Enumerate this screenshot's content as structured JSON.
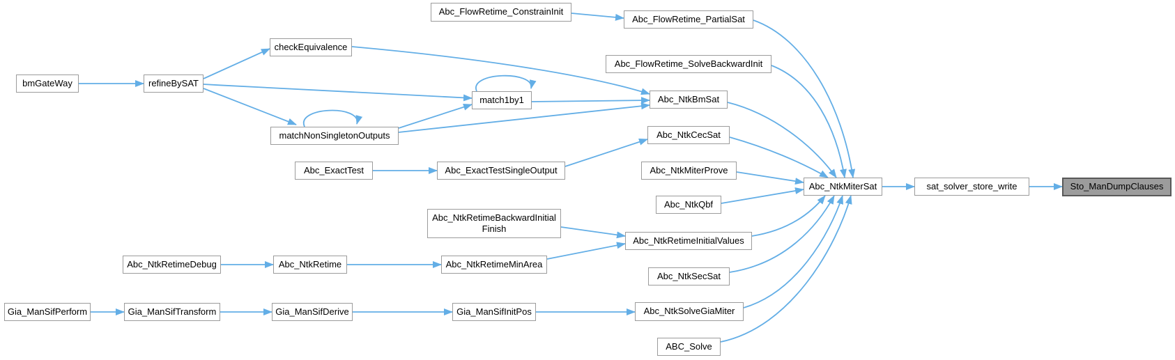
{
  "diagram": {
    "kind": "doxygen-caller-graph",
    "direction": "left-to-right",
    "target_function": "Sto_ManDumpClauses",
    "colors": {
      "edge_color": "#63aee6",
      "node_border": "#9b9b9b",
      "node_fill": "#ffffff",
      "highlight_fill": "#9c9c9c",
      "highlight_border": "#585858",
      "text_color": "#000000",
      "background": "#ffffff"
    }
  },
  "nodes": {
    "bmGateWay": {
      "label": "bmGateWay"
    },
    "refineBySAT": {
      "label": "refineBySAT"
    },
    "checkEquivalence": {
      "label": "checkEquivalence"
    },
    "matchNonSingletonOutputs": {
      "label": "matchNonSingletonOutputs"
    },
    "match1by1": {
      "label": "match1by1"
    },
    "Abc_ExactTest": {
      "label": "Abc_ExactTest"
    },
    "Abc_ExactTestSingleOutput": {
      "label": "Abc_ExactTestSingleOutput"
    },
    "Abc_NtkRetimeDebug": {
      "label": "Abc_NtkRetimeDebug"
    },
    "Abc_NtkRetime": {
      "label": "Abc_NtkRetime"
    },
    "Gia_ManSifPerform": {
      "label": "Gia_ManSifPerform"
    },
    "Gia_ManSifTransform": {
      "label": "Gia_ManSifTransform"
    },
    "Gia_ManSifDerive": {
      "label": "Gia_ManSifDerive"
    },
    "Gia_ManSifInitPos": {
      "label": "Gia_ManSifInitPos"
    },
    "Abc_FlowRetime_ConstrainInit": {
      "label": "Abc_FlowRetime_ConstrainInit"
    },
    "Abc_FlowRetime_PartialSat": {
      "label": "Abc_FlowRetime_PartialSat"
    },
    "Abc_FlowRetime_SolveBackwardInit": {
      "label": "Abc_FlowRetime_SolveBackwardInit"
    },
    "Abc_NtkBmSat": {
      "label": "Abc_NtkBmSat"
    },
    "Abc_NtkCecSat": {
      "label": "Abc_NtkCecSat"
    },
    "Abc_NtkMiterProve": {
      "label": "Abc_NtkMiterProve"
    },
    "Abc_NtkQbf": {
      "label": "Abc_NtkQbf"
    },
    "Abc_NtkRetimeBackwardInitialFinish": {
      "label": "Abc_NtkRetimeBackwardInitial Finish"
    },
    "Abc_NtkRetimeInitialValues": {
      "label": "Abc_NtkRetimeInitialValues"
    },
    "Abc_NtkRetimeMinArea": {
      "label": "Abc_NtkRetimeMinArea"
    },
    "Abc_NtkSecSat": {
      "label": "Abc_NtkSecSat"
    },
    "Abc_NtkSolveGiaMiter": {
      "label": "Abc_NtkSolveGiaMiter"
    },
    "ABC_Solve": {
      "label": "ABC_Solve"
    },
    "Abc_NtkMiterSat": {
      "label": "Abc_NtkMiterSat"
    },
    "sat_solver_store_write": {
      "label": "sat_solver_store_write"
    },
    "Sto_ManDumpClauses": {
      "label": "Sto_ManDumpClauses"
    }
  },
  "edges": [
    {
      "from": "bmGateWay",
      "to": "refineBySAT"
    },
    {
      "from": "refineBySAT",
      "to": "checkEquivalence"
    },
    {
      "from": "refineBySAT",
      "to": "match1by1"
    },
    {
      "from": "refineBySAT",
      "to": "matchNonSingletonOutputs"
    },
    {
      "from": "checkEquivalence",
      "to": "Abc_NtkBmSat"
    },
    {
      "from": "match1by1",
      "to": "match1by1"
    },
    {
      "from": "match1by1",
      "to": "Abc_NtkBmSat"
    },
    {
      "from": "matchNonSingletonOutputs",
      "to": "matchNonSingletonOutputs"
    },
    {
      "from": "matchNonSingletonOutputs",
      "to": "match1by1"
    },
    {
      "from": "matchNonSingletonOutputs",
      "to": "Abc_NtkBmSat"
    },
    {
      "from": "Abc_FlowRetime_ConstrainInit",
      "to": "Abc_FlowRetime_PartialSat"
    },
    {
      "from": "Abc_FlowRetime_PartialSat",
      "to": "Abc_NtkMiterSat"
    },
    {
      "from": "Abc_FlowRetime_SolveBackwardInit",
      "to": "Abc_NtkMiterSat"
    },
    {
      "from": "Abc_NtkBmSat",
      "to": "Abc_NtkMiterSat"
    },
    {
      "from": "Abc_NtkCecSat",
      "to": "Abc_NtkMiterSat"
    },
    {
      "from": "Abc_ExactTest",
      "to": "Abc_ExactTestSingleOutput"
    },
    {
      "from": "Abc_ExactTestSingleOutput",
      "to": "Abc_NtkCecSat"
    },
    {
      "from": "Abc_NtkMiterProve",
      "to": "Abc_NtkMiterSat"
    },
    {
      "from": "Abc_NtkQbf",
      "to": "Abc_NtkMiterSat"
    },
    {
      "from": "Abc_NtkRetimeBackwardInitialFinish",
      "to": "Abc_NtkRetimeInitialValues"
    },
    {
      "from": "Abc_NtkRetimeMinArea",
      "to": "Abc_NtkRetimeInitialValues"
    },
    {
      "from": "Abc_NtkRetimeInitialValues",
      "to": "Abc_NtkMiterSat"
    },
    {
      "from": "Abc_NtkRetimeDebug",
      "to": "Abc_NtkRetime"
    },
    {
      "from": "Abc_NtkRetime",
      "to": "Abc_NtkRetimeMinArea"
    },
    {
      "from": "Abc_NtkSecSat",
      "to": "Abc_NtkMiterSat"
    },
    {
      "from": "Gia_ManSifPerform",
      "to": "Gia_ManSifTransform"
    },
    {
      "from": "Gia_ManSifTransform",
      "to": "Gia_ManSifDerive"
    },
    {
      "from": "Gia_ManSifDerive",
      "to": "Gia_ManSifInitPos"
    },
    {
      "from": "Gia_ManSifInitPos",
      "to": "Abc_NtkSolveGiaMiter"
    },
    {
      "from": "Abc_NtkSolveGiaMiter",
      "to": "Abc_NtkMiterSat"
    },
    {
      "from": "ABC_Solve",
      "to": "Abc_NtkMiterSat"
    },
    {
      "from": "Abc_NtkMiterSat",
      "to": "sat_solver_store_write"
    },
    {
      "from": "sat_solver_store_write",
      "to": "Sto_ManDumpClauses"
    }
  ]
}
